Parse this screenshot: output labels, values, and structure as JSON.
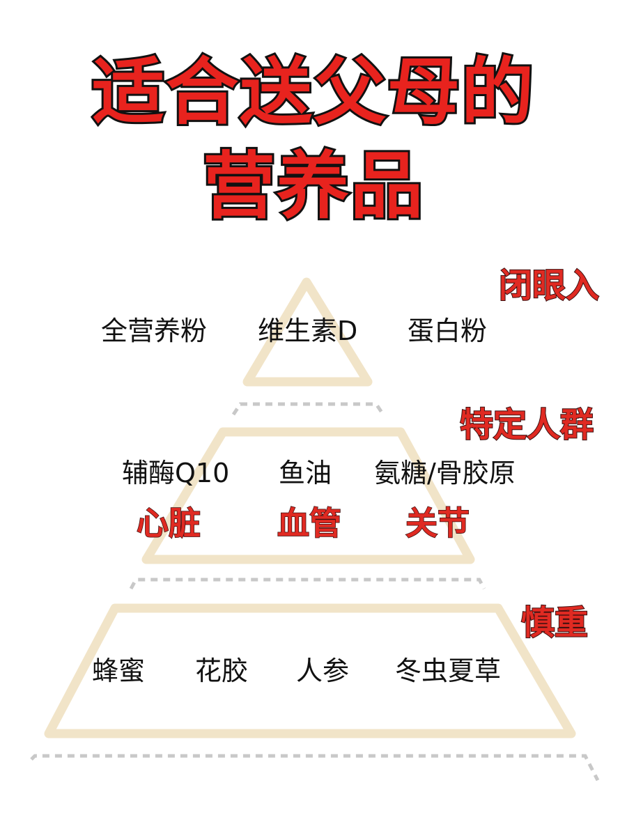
{
  "title": {
    "line1": "适合送父母的",
    "line2": "营养品"
  },
  "colors": {
    "title_red": "#e8231e",
    "pyramid_beige": "#f1e4c8",
    "divider_gray": "#c8c8c8"
  },
  "tiers": [
    {
      "label": "闭眼入",
      "items": [
        "全营养粉",
        "维生素D",
        "蛋白粉"
      ]
    },
    {
      "label": "特定人群",
      "items": [
        "辅酶Q10",
        "鱼油",
        "氨糖/骨胶原"
      ],
      "uses": [
        "心脏",
        "血管",
        "关节"
      ]
    },
    {
      "label": "慎重",
      "items": [
        "蜂蜜",
        "花胶",
        "人参",
        "冬虫夏草"
      ]
    }
  ]
}
